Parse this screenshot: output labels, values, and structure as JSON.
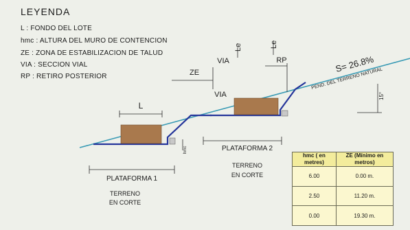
{
  "legend": {
    "title": "LEYENDA",
    "items": [
      "L : FONDO DEL LOTE",
      "hmc : ALTURA DEL MURO DE CONTENCION",
      "ZE : ZONA DE ESTABILIZACION DE TALUD",
      "VIA : SECCION VIAL",
      "RP : RETIRO POSTERIOR"
    ]
  },
  "diagram": {
    "slope": "S= 26.8%",
    "terrain": "PEND. DEL TERRENO NATURAL",
    "angle": "15°",
    "lot_depth": "L",
    "wall_height": "hmc",
    "ze": "ZE",
    "via_top": "VIA",
    "via_mid": "VIA",
    "le1": "Le",
    "le2": "Le",
    "rp": "RP",
    "platform1": {
      "name": "PLATAFORMA 1",
      "ground": "TERRENO",
      "cut": "EN CORTE"
    },
    "platform2": {
      "name": "PLATAFORMA 2",
      "ground": "TERRENO",
      "cut": "EN CORTE"
    }
  },
  "table": {
    "headers": [
      "hmc ( en metres)",
      "ZE (Mínimo en metros)"
    ],
    "rows": [
      [
        "6.00",
        "0.00 m."
      ],
      [
        "2.50",
        "11.20 m."
      ],
      [
        "0.00",
        "19.30 m."
      ]
    ]
  },
  "colors": {
    "terrain_line": "#3a9bb5",
    "cut_line": "#24349a",
    "building_fill": "#a9794d"
  }
}
